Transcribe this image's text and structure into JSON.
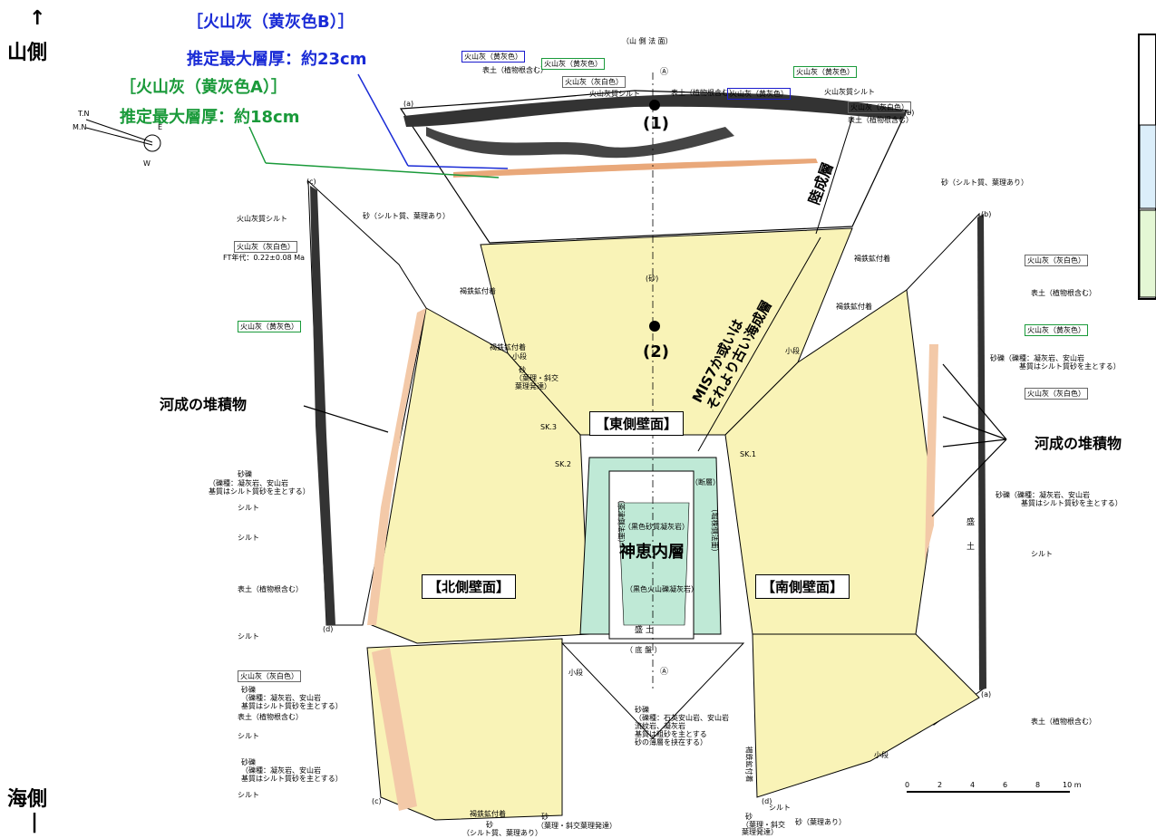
{
  "orientation": {
    "top": "↑\n山側",
    "top_arrow": "↑",
    "top_label": "山側",
    "bottom_label": "海側",
    "bottom_arrow": "|"
  },
  "compass": {
    "tn": "T.N",
    "mn": "M.N",
    "e": "E",
    "w": "W"
  },
  "header": {
    "mountain_face": "（山 側 法 面）"
  },
  "ash_b": {
    "line1": "［火山灰（黄灰色B）］",
    "line2": "推定最大層厚：約23cm"
  },
  "ash_a": {
    "line1": "［火山灰（黄灰色A）］",
    "line2": "推定最大層厚：約18cm"
  },
  "points": {
    "p1": "(1)",
    "p2": "(2)",
    "a_top": "Ⓐ",
    "a_bottom": "Ⓐ"
  },
  "strata": {
    "terrestrial": "陸成層",
    "marine": "MIS7か或いは\nそれより古い海成層",
    "marine_1": "MIS7か或いは",
    "marine_2": "それより古い海成層",
    "kamuinai": "神恵内層"
  },
  "walls": {
    "east": "【東側壁面】",
    "north": "【北側壁面】",
    "south": "【南側壁面】"
  },
  "fluvial": {
    "left": "河成の堆積物",
    "right": "河成の堆積物"
  },
  "top_labels": [
    "火山灰（黄灰色）",
    "表土（植物根含む）",
    "火山灰（黄灰色）",
    "火山灰（灰白色）",
    "火山灰質シルト",
    "表土（植物根含む）",
    "火山灰（黄灰色）",
    "火山灰（黄灰色）",
    "火山灰質シルト",
    "火山灰（灰白色）",
    "表土（植物根含む）"
  ],
  "left_labels": {
    "silt_ash": "火山灰質シルト",
    "ash_white": "火山灰（灰白色）",
    "ft_age": "FT年代：0.22±0.08 Ma",
    "ash_yellow": "火山灰（黄灰色）",
    "gravel": "砂礫",
    "gravel_desc": "（礫種：凝灰岩、安山岩\n 基質はシルト質砂を主とする）",
    "gravel_desc1": "（礫種：凝灰岩、安山岩",
    "gravel_desc2": " 基質はシルト質砂を主とする）",
    "silt1": "シルト",
    "silt2": "シルト",
    "topsoil": "表土（植物根含む）",
    "silt3": "シルト",
    "ash_white2": "火山灰（灰白色）",
    "gravel2": "砂礫",
    "gravel2_desc1": "（礫種：凝灰岩、安山岩",
    "gravel2_desc2": " 基質はシルト質砂を主とする）",
    "topsoil2": "表土（植物根含む）",
    "silt4": "シルト",
    "gravel3": "砂礫",
    "gravel3_desc1": "（礫種：凝灰岩、安山岩",
    "gravel3_desc2": " 基質はシルト質砂を主とする）",
    "silt5": "シルト"
  },
  "center_labels": {
    "sand_silty": "砂（シルト質、葉理あり）",
    "limonite1": "褐鉄鉱付着",
    "sand": "(砂)",
    "limonite2": "褐鉄鉱付着",
    "small_step": "小段",
    "sand_lam": "砂",
    "sand_lam_desc": "（葉理・斜交\n 葉理発達）",
    "sand_lam_desc1": "（葉理・斜交",
    "sand_lam_desc2": " 葉理発達）",
    "fault": "（断層）",
    "black_tuff": "（黒色砂質凝灰岩）",
    "black_lapilli": "（黒色火山礫凝灰岩）",
    "fill": "盛 土",
    "bottom": "（ 底   盤 ）",
    "chatsu": "（茶津側法面）",
    "horikabu": "（堀株側法面）",
    "sk1": "SK.1",
    "sk2": "SK.2",
    "sk3": "SK.3"
  },
  "right_labels": {
    "sand_silty": "砂（シルト質、葉理あり）",
    "limonite": "褐鉄鉱付着",
    "ash_white": "火山灰（灰白色）",
    "topsoil": "表土（植物根含む）",
    "limonite2": "褐鉄鉱付着",
    "ash_yellow": "火山灰（黄灰色）",
    "gravel1": "砂礫（礫種：凝灰岩、安山岩",
    "gravel1b": "基質はシルト質砂を主とする）",
    "ash_white2": "火山灰（灰白色）",
    "gravel2": "砂礫（礫種：凝灰岩、安山岩",
    "gravel2b": "基質はシルト質砂を主とする）",
    "fill": "盛",
    "fill2": "土",
    "silt": "シルト",
    "topsoil2": "表土（植物根含む）",
    "small_step": "小段",
    "small_step2": "小段"
  },
  "bottom_labels": {
    "small_step": "小段",
    "gravel": "砂礫",
    "gravel_desc1": "（礫種：石英安山岩、安山岩",
    "gravel_desc2": " 流紋岩、凝灰岩",
    "gravel_desc3": " 基質は粗砂を主とする",
    "gravel_desc4": " 砂の薄層を挟在する）",
    "limonite": "褐鉄鉱付着",
    "sand_a": "砂",
    "sand_a_desc": "（シルト質、葉理あり）",
    "sand_b": "砂",
    "sand_b_desc": "（葉理・斜交葉理発達）",
    "silt": "シルト",
    "sand_c": "砂",
    "sand_c_desc": "（葉理・斜交\n 葉理発達）",
    "sand_c_desc1": "（葉理・斜交",
    "sand_c_desc2": " 葉理発達）",
    "sand_d": "砂（葉理あり）",
    "limonite2": "褐鉄鉱付着"
  },
  "scale": {
    "labels": [
      "0",
      "2",
      "4",
      "6",
      "8",
      "10 m"
    ]
  },
  "corner_labels": [
    "(a)",
    "(b)",
    "(c)",
    "(d)",
    "(a)",
    "(b)",
    "(c)",
    "(d)"
  ],
  "colors": {
    "sand_yellow": "#fbf6c4",
    "green_tuff": "#bfe9d6",
    "pink_gravel": "#f3c9a8",
    "blue_ash": "#1a2bd6",
    "green_ash": "#1a9a3a",
    "legend_blue": "#dbeefa",
    "legend_green": "#e4f7d4"
  }
}
